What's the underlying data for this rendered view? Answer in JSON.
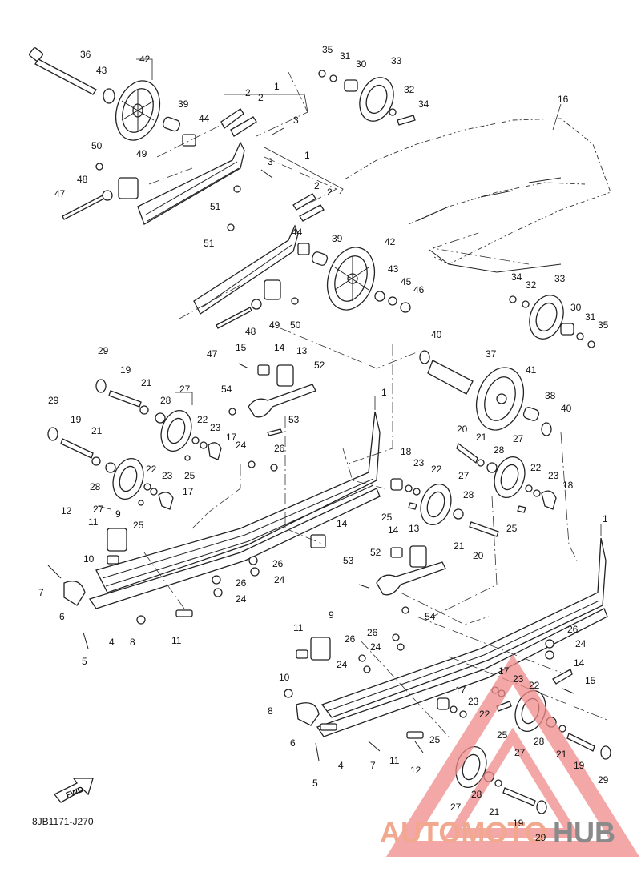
{
  "diagram_code": "8JB1171-J270",
  "fwd_label": "FWD",
  "watermark": {
    "word1": "AUTOMOTO",
    "word2": "HUB",
    "color1": "#f2a88f",
    "color2": "#8a8a8a",
    "mark_color": "#ef8a8a"
  },
  "callouts": [
    {
      "id": "c36a",
      "text": "36"
    },
    {
      "id": "c43a",
      "text": "43"
    },
    {
      "id": "c42a",
      "text": "42"
    },
    {
      "id": "c39a",
      "text": "39"
    },
    {
      "id": "c44a",
      "text": "44"
    },
    {
      "id": "c50a",
      "text": "50"
    },
    {
      "id": "c49a",
      "text": "49"
    },
    {
      "id": "c48a",
      "text": "48"
    },
    {
      "id": "c47a",
      "text": "47"
    },
    {
      "id": "c51a",
      "text": "51"
    },
    {
      "id": "c1a",
      "text": "1"
    },
    {
      "id": "c2a",
      "text": "2"
    },
    {
      "id": "c2b",
      "text": "2"
    },
    {
      "id": "c3a",
      "text": "3"
    },
    {
      "id": "c35a",
      "text": "35"
    },
    {
      "id": "c31a",
      "text": "31"
    },
    {
      "id": "c30a",
      "text": "30"
    },
    {
      "id": "c33a",
      "text": "33"
    },
    {
      "id": "c32a",
      "text": "32"
    },
    {
      "id": "c34a",
      "text": "34"
    },
    {
      "id": "c16",
      "text": "16"
    },
    {
      "id": "c1b",
      "text": "1"
    },
    {
      "id": "c3b",
      "text": "3"
    },
    {
      "id": "c2c",
      "text": "2"
    },
    {
      "id": "c2d",
      "text": "2"
    },
    {
      "id": "c51b",
      "text": "51"
    },
    {
      "id": "c44b",
      "text": "44"
    },
    {
      "id": "c39b",
      "text": "39"
    },
    {
      "id": "c42b",
      "text": "42"
    },
    {
      "id": "c43b",
      "text": "43"
    },
    {
      "id": "c45",
      "text": "45"
    },
    {
      "id": "c46",
      "text": "46"
    },
    {
      "id": "c48b",
      "text": "48"
    },
    {
      "id": "c49b",
      "text": "49"
    },
    {
      "id": "c50b",
      "text": "50"
    },
    {
      "id": "c47b",
      "text": "47"
    },
    {
      "id": "c34b",
      "text": "34"
    },
    {
      "id": "c32b",
      "text": "32"
    },
    {
      "id": "c33b",
      "text": "33"
    },
    {
      "id": "c30b",
      "text": "30"
    },
    {
      "id": "c31b",
      "text": "31"
    },
    {
      "id": "c35b",
      "text": "35"
    },
    {
      "id": "c40a",
      "text": "40"
    },
    {
      "id": "c37",
      "text": "37"
    },
    {
      "id": "c41",
      "text": "41"
    },
    {
      "id": "c38",
      "text": "38"
    },
    {
      "id": "c40b",
      "text": "40"
    },
    {
      "id": "c15a",
      "text": "15"
    },
    {
      "id": "c14a",
      "text": "14"
    },
    {
      "id": "c13a",
      "text": "13"
    },
    {
      "id": "c52a",
      "text": "52"
    },
    {
      "id": "c54a",
      "text": "54"
    },
    {
      "id": "c53a",
      "text": "53"
    },
    {
      "id": "c1c",
      "text": "1"
    },
    {
      "id": "c29a",
      "text": "29"
    },
    {
      "id": "c19a",
      "text": "19"
    },
    {
      "id": "c21a",
      "text": "21"
    },
    {
      "id": "c27a",
      "text": "27"
    },
    {
      "id": "c28a",
      "text": "28"
    },
    {
      "id": "c22a",
      "text": "22"
    },
    {
      "id": "c23a",
      "text": "23"
    },
    {
      "id": "c17a",
      "text": "17"
    },
    {
      "id": "c24a",
      "text": "24"
    },
    {
      "id": "c26a",
      "text": "26"
    },
    {
      "id": "c25a",
      "text": "25"
    },
    {
      "id": "c29b",
      "text": "29"
    },
    {
      "id": "c19b",
      "text": "19"
    },
    {
      "id": "c21b",
      "text": "21"
    },
    {
      "id": "c28b",
      "text": "28"
    },
    {
      "id": "c27b",
      "text": "27"
    },
    {
      "id": "c22b",
      "text": "22"
    },
    {
      "id": "c23b",
      "text": "23"
    },
    {
      "id": "c17b",
      "text": "17"
    },
    {
      "id": "c25b",
      "text": "25"
    },
    {
      "id": "c12a",
      "text": "12"
    },
    {
      "id": "c11a",
      "text": "11"
    },
    {
      "id": "c9a",
      "text": "9"
    },
    {
      "id": "c10a",
      "text": "10"
    },
    {
      "id": "c7a",
      "text": "7"
    },
    {
      "id": "c6a",
      "text": "6"
    },
    {
      "id": "c5a",
      "text": "5"
    },
    {
      "id": "c4a",
      "text": "4"
    },
    {
      "id": "c8a",
      "text": "8"
    },
    {
      "id": "c11b",
      "text": "11"
    },
    {
      "id": "c26b",
      "text": "26"
    },
    {
      "id": "c24b",
      "text": "24"
    },
    {
      "id": "c26c",
      "text": "26"
    },
    {
      "id": "c24c",
      "text": "24"
    },
    {
      "id": "c14b",
      "text": "14"
    },
    {
      "id": "c20a",
      "text": "20"
    },
    {
      "id": "c21c",
      "text": "21"
    },
    {
      "id": "c27c",
      "text": "27"
    },
    {
      "id": "c28c",
      "text": "28"
    },
    {
      "id": "c22c",
      "text": "22"
    },
    {
      "id": "c23c",
      "text": "23"
    },
    {
      "id": "c18a",
      "text": "18"
    },
    {
      "id": "c18b",
      "text": "18"
    },
    {
      "id": "c23d",
      "text": "23"
    },
    {
      "id": "c22d",
      "text": "22"
    },
    {
      "id": "c27d",
      "text": "27"
    },
    {
      "id": "c28d",
      "text": "28"
    },
    {
      "id": "c25c",
      "text": "25"
    },
    {
      "id": "c21d",
      "text": "21"
    },
    {
      "id": "c20b",
      "text": "20"
    },
    {
      "id": "c25d",
      "text": "25"
    },
    {
      "id": "c14c",
      "text": "14"
    },
    {
      "id": "c13b",
      "text": "13"
    },
    {
      "id": "c52b",
      "text": "52"
    },
    {
      "id": "c53b",
      "text": "53"
    },
    {
      "id": "c54b",
      "text": "54"
    },
    {
      "id": "c1d",
      "text": "1"
    },
    {
      "id": "c26d",
      "text": "26"
    },
    {
      "id": "c24d",
      "text": "24"
    },
    {
      "id": "c11c",
      "text": "11"
    },
    {
      "id": "c9b",
      "text": "9"
    },
    {
      "id": "c26e",
      "text": "26"
    },
    {
      "id": "c26f",
      "text": "26"
    },
    {
      "id": "c24e",
      "text": "24"
    },
    {
      "id": "c24f",
      "text": "24"
    },
    {
      "id": "c10b",
      "text": "10"
    },
    {
      "id": "c8b",
      "text": "8"
    },
    {
      "id": "c6b",
      "text": "6"
    },
    {
      "id": "c5b",
      "text": "5"
    },
    {
      "id": "c4b",
      "text": "4"
    },
    {
      "id": "c7b",
      "text": "7"
    },
    {
      "id": "c11d",
      "text": "11"
    },
    {
      "id": "c12b",
      "text": "12"
    },
    {
      "id": "c14d",
      "text": "14"
    },
    {
      "id": "c15b",
      "text": "15"
    },
    {
      "id": "c17c",
      "text": "17"
    },
    {
      "id": "c23e",
      "text": "23"
    },
    {
      "id": "c22e",
      "text": "22"
    },
    {
      "id": "c17d",
      "text": "17"
    },
    {
      "id": "c23f",
      "text": "23"
    },
    {
      "id": "c22f",
      "text": "22"
    },
    {
      "id": "c25e",
      "text": "25"
    },
    {
      "id": "c25f",
      "text": "25"
    },
    {
      "id": "c27e",
      "text": "27"
    },
    {
      "id": "c28e",
      "text": "28"
    },
    {
      "id": "c21e",
      "text": "21"
    },
    {
      "id": "c19c",
      "text": "19"
    },
    {
      "id": "c29c",
      "text": "29"
    },
    {
      "id": "c27f",
      "text": "27"
    },
    {
      "id": "c28f",
      "text": "28"
    },
    {
      "id": "c21f",
      "text": "21"
    },
    {
      "id": "c19d",
      "text": "19"
    },
    {
      "id": "c29d",
      "text": "29"
    }
  ]
}
